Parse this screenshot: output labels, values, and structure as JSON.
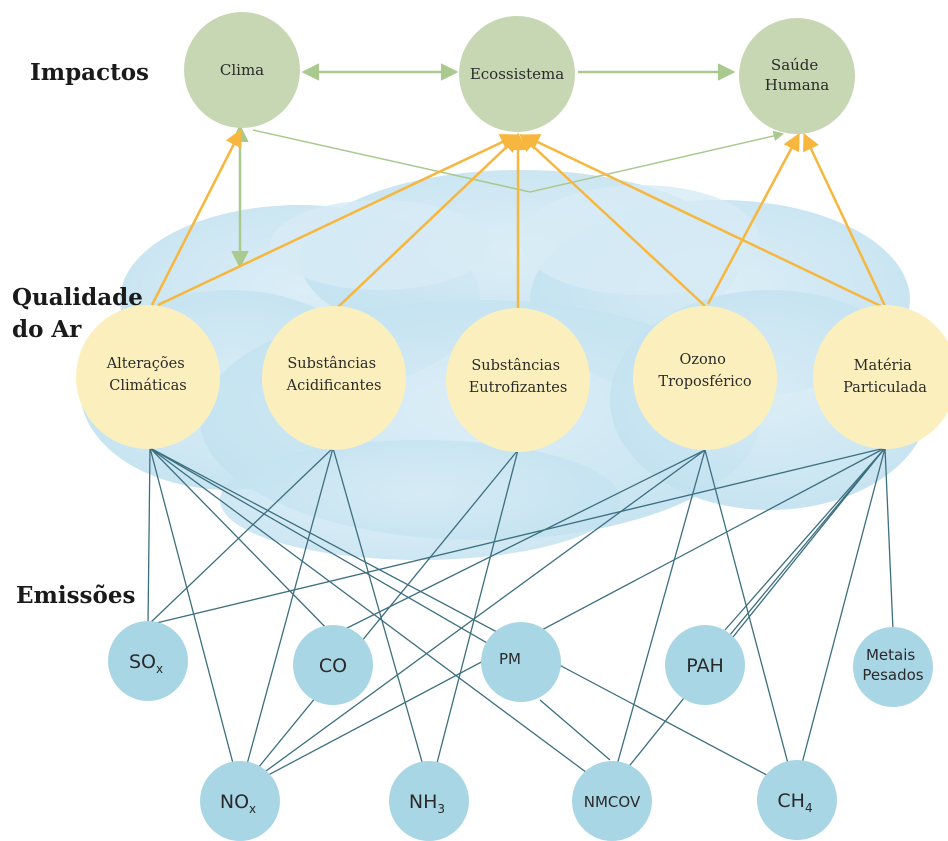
{
  "sections": {
    "impacts": "Impactos",
    "air_quality_line1": "Qualidade",
    "air_quality_line2": "do Ar",
    "emissions": "Emissões"
  },
  "impacts": {
    "clima": "Clima",
    "ecossistema": "Ecossistema",
    "saude_line1": "Saúde",
    "saude_line2": "Humana"
  },
  "air_quality": {
    "alteracoes_line1": "Alterações",
    "alteracoes_line2": "Climáticas",
    "acidificantes_line1": "Substâncias",
    "acidificantes_line2": "Acidificantes",
    "eutrofizantes_line1": "Substâncias",
    "eutrofizantes_line2": "Eutrofizantes",
    "ozono_line1": "Ozono",
    "ozono_line2": "Troposférico",
    "materia_line1": "Matéria",
    "materia_line2": "Particulada"
  },
  "emissions": {
    "sox_main": "SO",
    "sox_sub": "x",
    "co": "CO",
    "pm": "PM",
    "pah": "PAH",
    "metais_line1": "Metais",
    "metais_line2": "Pesados",
    "nox_main": "NO",
    "nox_sub": "x",
    "nh3_main": "NH",
    "nh3_sub": "3",
    "nmcov": "NMCOV",
    "ch4_main": "CH",
    "ch4_sub": "4"
  },
  "colors": {
    "impact_fill": "#c7d7b3",
    "air_fill": "#fbf0bd",
    "emission_fill": "#a9d6e5",
    "cloud_fill": "#cfe7f3",
    "orange_arrow": "#f7b73e",
    "green_arrow": "#a9c98f",
    "teal_line": "#3c6f80"
  }
}
